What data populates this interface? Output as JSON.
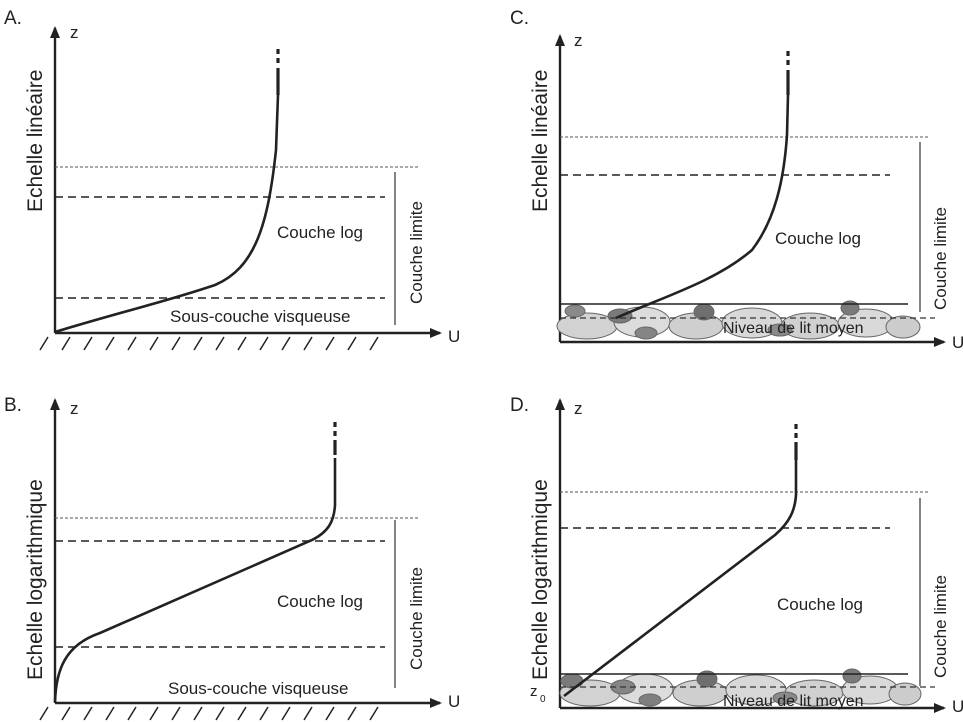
{
  "panels": [
    {
      "letter": "A.",
      "z_label": "z",
      "u_label": "U",
      "y_axis_label": "Echelle linéaire",
      "log_layer_label": "Couche log",
      "boundary_layer_label": "Couche  limite",
      "viscous_sublayer_label": "Sous-couche visqueuse"
    },
    {
      "letter": "B.",
      "z_label": "z",
      "u_label": "U",
      "y_axis_label": "Echelle logarithmique",
      "log_layer_label": "Couche log",
      "boundary_layer_label": "Couche  limite",
      "viscous_sublayer_label": "Sous-couche visqueuse"
    },
    {
      "letter": "C.",
      "z_label": "z",
      "u_label": "U",
      "y_axis_label": "Echelle linéaire",
      "log_layer_label": "Couche log",
      "boundary_layer_label": "Couche  limite",
      "bed_label": "Niveau de lit moyen"
    },
    {
      "letter": "D.",
      "z_label": "z",
      "u_label": "U",
      "y_axis_label": "Echelle logarithmique",
      "log_layer_label": "Couche log",
      "boundary_layer_label": "Couche  limite",
      "bed_label": "Niveau de lit moyen",
      "z0_main": "z",
      "z0_sub": "0"
    }
  ]
}
